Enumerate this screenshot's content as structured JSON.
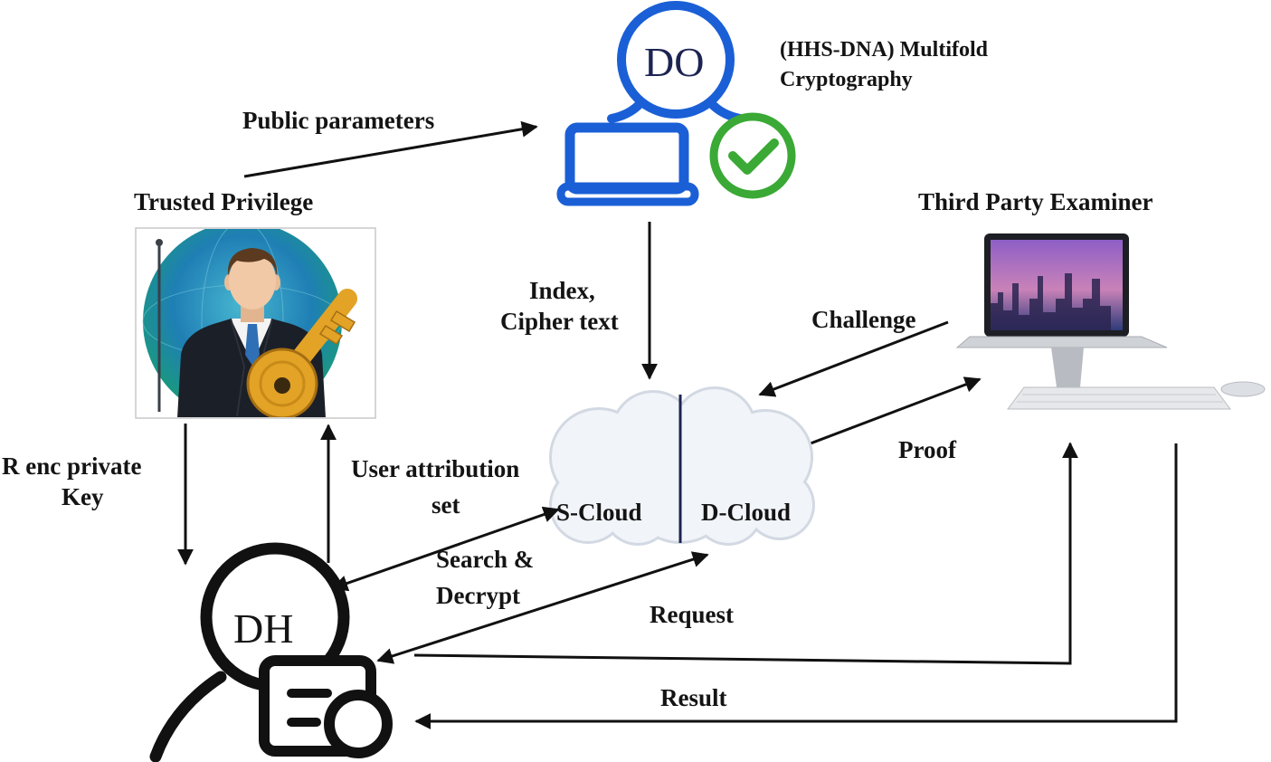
{
  "nodes": {
    "data_owner": {
      "label": "DO",
      "icon": "user-laptop-icon",
      "badge_icon": "check-circle-icon"
    },
    "trusted_privilege": {
      "title": "Trusted Privilege",
      "icon": "businessman-key-icon"
    },
    "third_party_examiner": {
      "title": "Third Party Examiner",
      "icon": "desktop-laptop-icon"
    },
    "cloud": {
      "left_label": "S-Cloud",
      "right_label": "D-Cloud",
      "icon": "cloud-icon"
    },
    "data_holder": {
      "label": "DH",
      "icon": "user-document-icon"
    }
  },
  "annotation": {
    "line1": "(HHS-DNA) Multifold",
    "line2": "Cryptography"
  },
  "edges": {
    "public_parameters": {
      "label": "Public parameters"
    },
    "index_cipher": {
      "lines": [
        "Index,",
        "Cipher text"
      ]
    },
    "challenge": {
      "label": "Challenge"
    },
    "proof": {
      "label": "Proof"
    },
    "private_key": {
      "lines": [
        "R enc private",
        "Key"
      ]
    },
    "user_attribution": {
      "lines": [
        "User attribution",
        "set"
      ]
    },
    "search_decrypt": {
      "lines": [
        "Search &",
        "Decrypt"
      ]
    },
    "request": {
      "label": "Request"
    },
    "result": {
      "label": "Result"
    }
  },
  "colors": {
    "data_owner_blue": "#1a5fd6",
    "data_owner_text": "#1c2452",
    "check_green": "#3aa935",
    "data_holder_black": "#111111",
    "cloud_fill": "#f1f4f8",
    "cloud_edge": "#d3d9e3",
    "cloud_divider": "#1c2452"
  }
}
